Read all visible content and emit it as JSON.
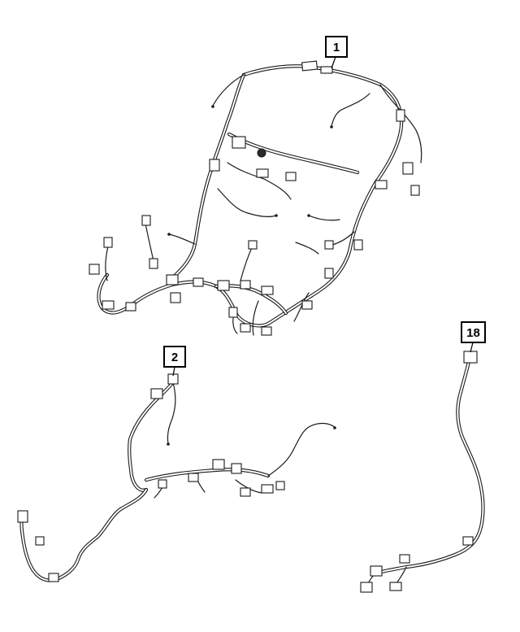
{
  "callouts": [
    {
      "id": "1",
      "label": "1"
    },
    {
      "id": "2",
      "label": "2"
    },
    {
      "id": "18",
      "label": "18"
    }
  ],
  "parts": [
    {
      "callout": "1",
      "name": "harness-1"
    },
    {
      "callout": "2",
      "name": "harness-2"
    },
    {
      "callout": "18",
      "name": "harness-18"
    }
  ]
}
